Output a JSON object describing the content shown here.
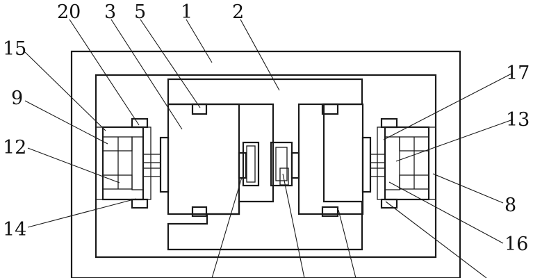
{
  "figure": {
    "description_labels": [
      "20",
      "3",
      "5",
      "1",
      "2",
      "15",
      "9",
      "12",
      "14",
      "17",
      "13",
      "8",
      "16"
    ],
    "labels": {
      "l20": "20",
      "l3": "3",
      "l5": "5",
      "l1": "1",
      "l2": "2",
      "l15": "15",
      "l9": "9",
      "l12": "12",
      "l14": "14",
      "l17": "17",
      "l13": "13",
      "l8": "8",
      "l16": "16"
    }
  }
}
